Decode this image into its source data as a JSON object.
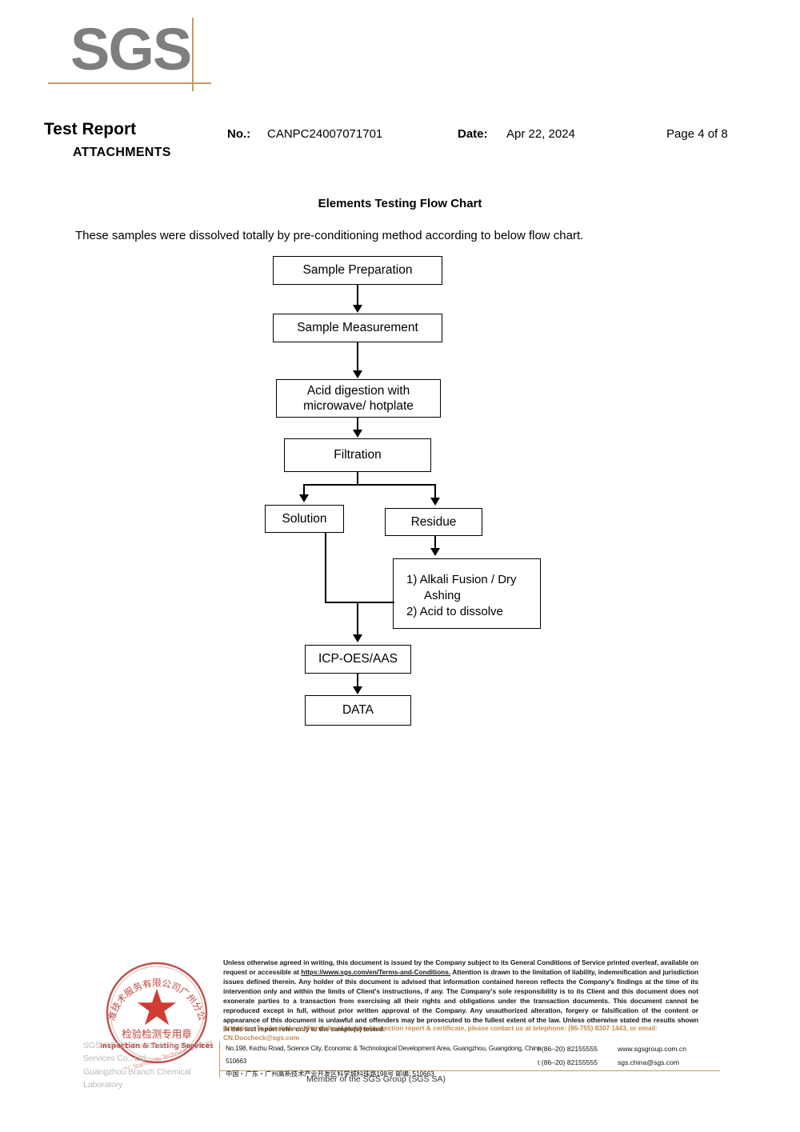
{
  "header": {
    "logo_text": "SGS",
    "title": "Test Report",
    "subtitle": "ATTACHMENTS",
    "no_label": "No.:",
    "no_value": "CANPC24007071701",
    "date_label": "Date:",
    "date_value": "Apr 22, 2024",
    "page_value": "Page 4 of 8"
  },
  "main": {
    "section_title": "Elements Testing Flow Chart",
    "intro": "These samples were dissolved totally by pre-conditioning method according to below flow chart."
  },
  "flowchart": {
    "type": "diagram",
    "nodes": [
      {
        "id": "sample-preparation",
        "label": "Sample Preparation"
      },
      {
        "id": "sample-measurement",
        "label": "Sample Measurement"
      },
      {
        "id": "acid-digestion",
        "label": "Acid digestion with microwave/ hotplate"
      },
      {
        "id": "filtration",
        "label": "Filtration"
      },
      {
        "id": "solution",
        "label": "Solution"
      },
      {
        "id": "residue",
        "label": "Residue"
      },
      {
        "id": "alkali-fusion",
        "label": "1) Alkali Fusion / Dry Ashing 2) Acid to dissolve"
      },
      {
        "id": "icp-oes-aas",
        "label": "ICP-OES/AAS"
      },
      {
        "id": "data",
        "label": "DATA"
      }
    ],
    "acid_line1": "Acid digestion with",
    "acid_line2": "microwave/ hotplate",
    "alkali_line1": "1) Alkali Fusion / Dry",
    "alkali_line2": "Ashing",
    "alkali_line3": "2) Acid to dissolve",
    "edges": [
      {
        "from": "sample-preparation",
        "to": "sample-measurement"
      },
      {
        "from": "sample-measurement",
        "to": "acid-digestion"
      },
      {
        "from": "acid-digestion",
        "to": "filtration"
      },
      {
        "from": "filtration",
        "to": "solution"
      },
      {
        "from": "filtration",
        "to": "residue"
      },
      {
        "from": "residue",
        "to": "alkali-fusion"
      },
      {
        "from": "solution",
        "to": "icp-oes-aas"
      },
      {
        "from": "alkali-fusion",
        "to": "icp-oes-aas"
      },
      {
        "from": "icp-oes-aas",
        "to": "data"
      }
    ]
  },
  "seal": {
    "outer_text": "标准技术服务有限公司广州分公司",
    "line_cn": "检验检测专用章",
    "line_en": "Inspection & Testing Services",
    "color": "#b5332a"
  },
  "footer": {
    "faded_company_line1": "SGS-CSTC Standards Technical Services Co., Ltd.",
    "faded_company_line2": "Guangzhou Branch Chemical Laboratory",
    "disclaimer": "Unless otherwise agreed in writing, this document is issued by the Company subject to its General Conditions of Service printed overleaf, available on request or accessible at https://www.sgs.com/en/Terms-and-Conditions. Attention is drawn to the limitation of liability, indemnification and jurisdiction issues defined therein. Any holder of this document is advised that information contained hereon reflects the Company's findings at the time of its intervention only and within the limits of Client's instructions, if any. The Company's sole responsibility is to its Client and this document does not exonerate parties to a transaction from exercising all their rights and obligations under the transaction documents. This document cannot be reproduced except in full, without prior written approval of the Company. Any unauthorized alteration, forgery or falsification of the content or appearance of this document is unlawful and offenders may be prosecuted to the fullest extent of the law. Unless otherwise stated the results shown in this test report refer only to the sample(s) tested.",
    "disclaimer_link": "https://www.sgs.com/en/Terms-and-Conditions.",
    "attention": "Attention: To check the authenticity of testing /inspection report & certificate, please contact us at telephone: (86-755) 8307 1443, or email: CN.Doccheck@sgs.com",
    "attention_color": "#c08a52",
    "address_en": "No.198, Kezhu Road, Science City, Economic & Technological Development Area, Guangzhou, Guangdong, China 510663",
    "address_cn": "中国・广东・广州高新技术产业开发区科学城科珠路198号    邮编: 510663",
    "tel_1": "t (86–20) 82155555",
    "tel_2": "t (86–20) 82155555",
    "website": "www.sgsgroup.com.cn",
    "email": "sgs.china@sgs.com",
    "member": "Member of the SGS Group (SGS SA)"
  },
  "colors": {
    "brand_tan": "#c79a63",
    "logo_gray": "#7e7e7e",
    "seal_red": "#b5332a"
  }
}
